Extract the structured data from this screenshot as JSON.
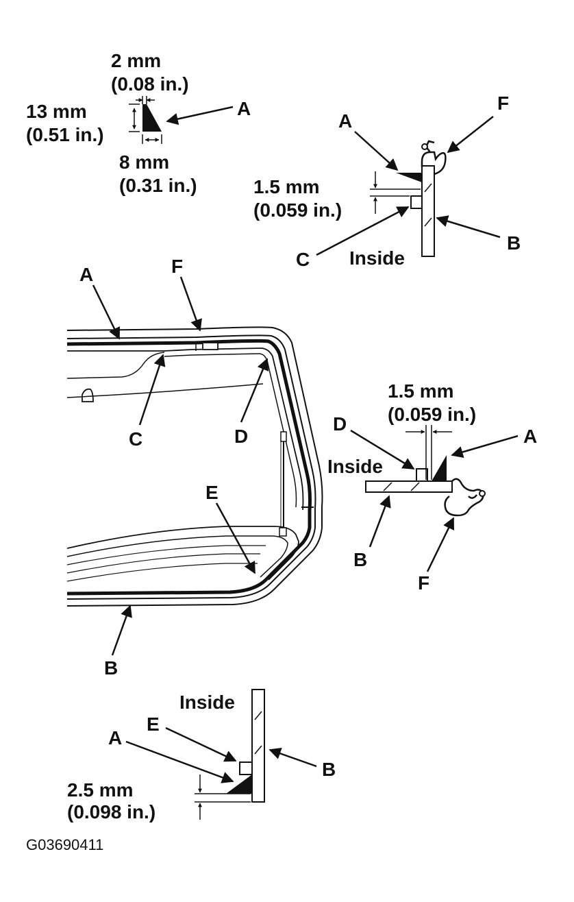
{
  "figure_code": "G03690411",
  "profile": {
    "top_dim_mm": "2 mm",
    "top_dim_in": "(0.08 in.)",
    "height_mm": "13 mm",
    "height_in": "(0.51 in.)",
    "base_mm": "8 mm",
    "base_in": "(0.31 in.)",
    "label_a": "A"
  },
  "top_section": {
    "label_a": "A",
    "label_f": "F",
    "label_b": "B",
    "label_c": "C",
    "gap_mm": "1.5 mm",
    "gap_in": "(0.059 in.)",
    "inside": "Inside"
  },
  "windshield": {
    "label_a": "A",
    "label_f": "F",
    "label_c": "C",
    "label_d": "D",
    "label_e": "E",
    "label_b": "B"
  },
  "side_section": {
    "gap_mm": "1.5 mm",
    "gap_in": "(0.059 in.)",
    "label_d": "D",
    "label_a": "A",
    "inside": "Inside",
    "label_b": "B",
    "label_f": "F"
  },
  "bottom_section": {
    "inside": "Inside",
    "label_e": "E",
    "label_a": "A",
    "label_b": "B",
    "gap_mm": "2.5 mm",
    "gap_in": "(0.098 in.)"
  },
  "colors": {
    "ink": "#111111",
    "paper": "#ffffff"
  }
}
